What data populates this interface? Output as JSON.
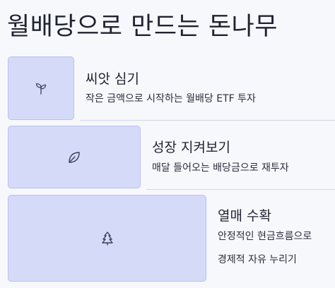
{
  "page": {
    "title": "월배당으로 만드는 돈나무"
  },
  "steps": [
    {
      "icon": "sprout-icon",
      "title": "씨앗 심기",
      "description": [
        "작은 금액으로 시작하는 월배당 ETF 투자"
      ]
    },
    {
      "icon": "leaf-icon",
      "title": "성장 지켜보기",
      "description": [
        "매달 들어오는 배당금으로 재투자"
      ]
    },
    {
      "icon": "tree-icon",
      "title": "열매 수확",
      "description": [
        "안정적인 현금흐름으로",
        "경제적 자유 누리기"
      ]
    }
  ],
  "colors": {
    "card_fill": "#d4daf8",
    "card_border": "#b9c2ec",
    "background": "#f7f8fc",
    "text": "#1f2230"
  }
}
